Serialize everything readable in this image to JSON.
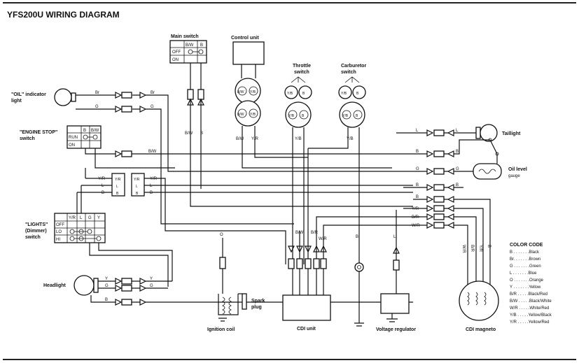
{
  "title": "YFS200U WIRING DIAGRAM",
  "components": {
    "main_switch": "Main switch",
    "control_unit": "Control unit",
    "throttle_switch": [
      "Throttle",
      "switch"
    ],
    "carburetor_switch": [
      "Carburetor",
      "switch"
    ],
    "oil_indicator": [
      "\"OIL\" indicator",
      "light"
    ],
    "engine_stop": [
      "\"ENGINE STOP\"",
      "switch"
    ],
    "lights_switch": [
      "\"LIGHTS\"",
      "(Dimmer)",
      "switch"
    ],
    "headlight": "Headlight",
    "taillight": "Taillight",
    "oil_level_gauge": [
      "Oil level",
      "gauge"
    ],
    "ignition_coil": "Ignition coil",
    "spark_plug": [
      "Spark",
      "plug"
    ],
    "cdi_unit": "CDI unit",
    "voltage_regulator": "Voltage regulator",
    "cdi_magneto": "CDI magneto"
  },
  "switch_tables": {
    "main": {
      "headers": [
        "B/W",
        "B"
      ],
      "rows": [
        "OFF",
        "ON"
      ]
    },
    "engine_stop": {
      "headers": [
        "B",
        "B/W"
      ],
      "rows": [
        "RUN",
        "ON"
      ]
    },
    "lights": {
      "headers": [
        "Y/R",
        "L",
        "G",
        "Y"
      ],
      "rows": [
        "OFF",
        "LO",
        "HI"
      ]
    }
  },
  "wire_labels": {
    "br": "Br",
    "g": "G",
    "bw": "B/W",
    "b": "B",
    "yr": "Y/R",
    "l": "L",
    "y": "Y",
    "o": "O",
    "wr": "W/R",
    "br2": "B/R"
  },
  "color_code": {
    "title": "COLOR CODE",
    "entries": [
      "B . . . . . . .Black",
      "Br. . . . . . .Brown",
      "G . . . . . . .Green",
      "L . . . . . . .Blue",
      "O . . . . . . .Orange",
      "Y . . . . . . .Yellow",
      "B/R . . . . .Black/Red",
      "B/W . . . . .Black/White",
      "W/R . . . . .White/Red",
      "Y/B . . . . .Yellow/Black",
      "Y/R . . . . .Yellow/Red"
    ]
  }
}
